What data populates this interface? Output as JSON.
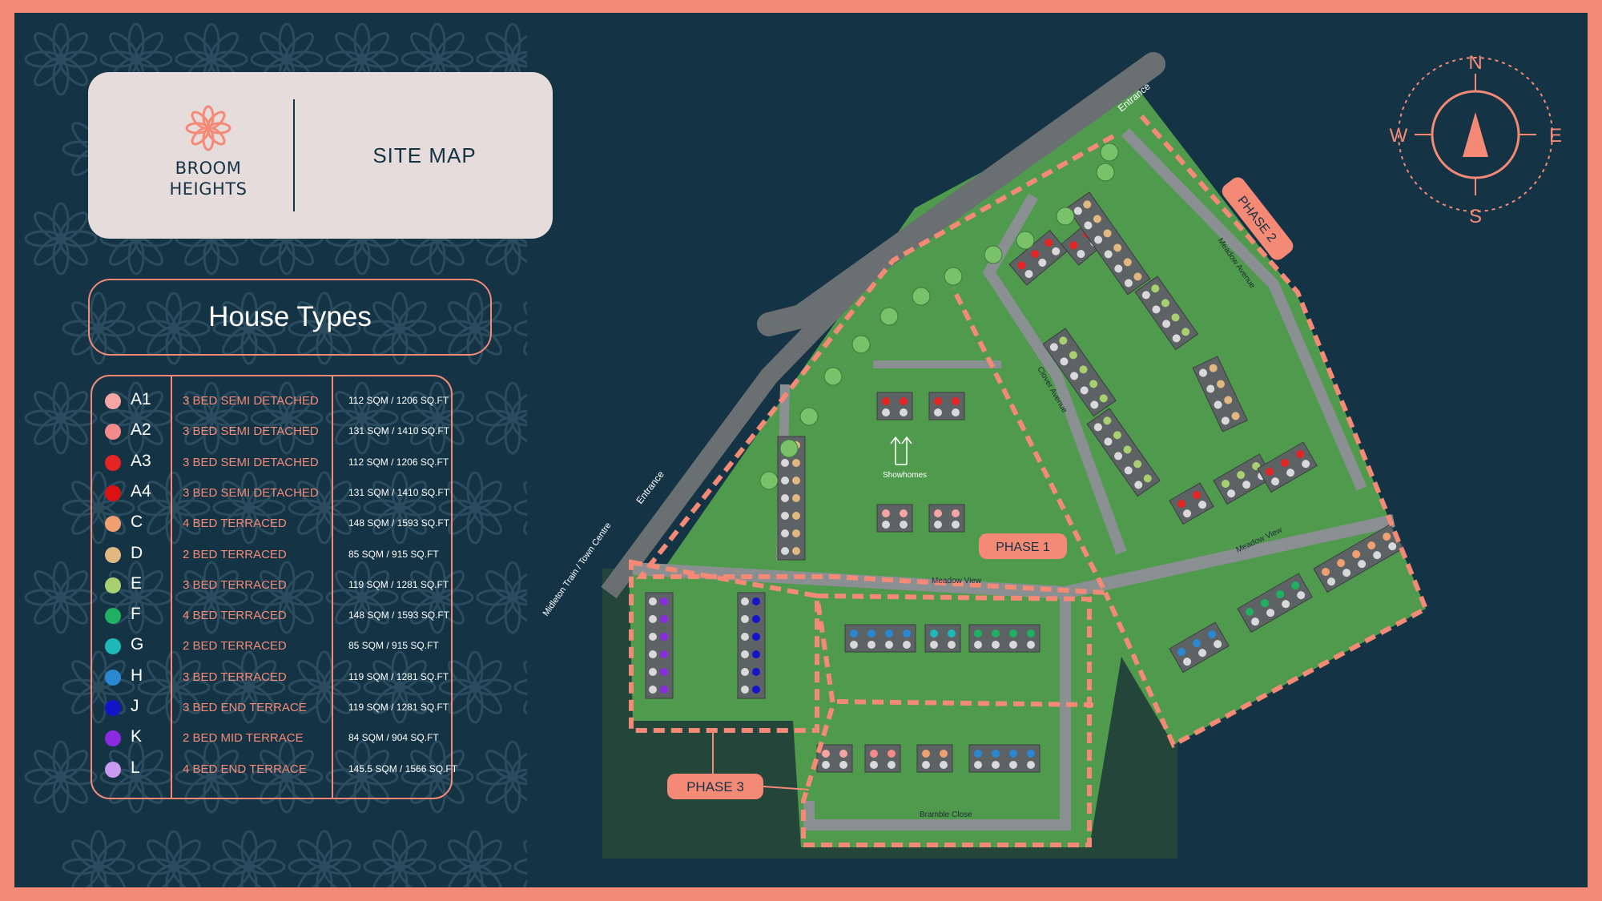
{
  "header": {
    "brand_line1": "BROOM",
    "brand_line2": "HEIGHTS",
    "title": "SITE MAP"
  },
  "legend_title": "House Types",
  "house_types": [
    {
      "code": "A1",
      "type": "3 BED SEMI DETACHED",
      "size": "112 SQM / 1206 SQ.FT",
      "color": "#f5a5a3"
    },
    {
      "code": "A2",
      "type": "3 BED SEMI DETACHED",
      "size": "131 SQM / 1410 SQ.FT",
      "color": "#f58a8a"
    },
    {
      "code": "A3",
      "type": "3 BED SEMI DETACHED",
      "size": "112 SQM / 1206 SQ.FT",
      "color": "#e52424"
    },
    {
      "code": "A4",
      "type": "3 BED SEMI DETACHED",
      "size": "131 SQM / 1410 SQ.FT",
      "color": "#dd1111"
    },
    {
      "code": "C",
      "type": "4 BED TERRACED",
      "size": "148 SQM / 1593 SQ.FT",
      "color": "#f0a070"
    },
    {
      "code": "D",
      "type": "2 BED TERRACED",
      "size": "85 SQM / 915 SQ.FT",
      "color": "#e0b880"
    },
    {
      "code": "E",
      "type": "3 BED TERRACED",
      "size": "119 SQM / 1281 SQ.FT",
      "color": "#a8d070"
    },
    {
      "code": "F",
      "type": "4 BED TERRACED",
      "size": "148 SQM / 1593 SQ.FT",
      "color": "#1fb060"
    },
    {
      "code": "G",
      "type": "2 BED TERRACED",
      "size": "85 SQM / 915 SQ.FT",
      "color": "#1fb8b8"
    },
    {
      "code": "H",
      "type": "3 BED TERRACED",
      "size": "119 SQM / 1281 SQ.FT",
      "color": "#2a88d0"
    },
    {
      "code": "J",
      "type": "3 BED END TERRACE",
      "size": "119 SQM / 1281 SQ.FT",
      "color": "#1414c8"
    },
    {
      "code": "K",
      "type": "2 BED MID TERRACE",
      "size": "84 SQM / 904 SQ.FT",
      "color": "#8a2be0"
    },
    {
      "code": "L",
      "type": "4 BED END TERRACE",
      "size": "145.5 SQM / 1566 SQ.FT",
      "color": "#c99af0"
    }
  ],
  "compass": {
    "north": "N",
    "south": "S",
    "east": "E",
    "west": "W"
  },
  "map": {
    "phase1": "PHASE 1",
    "phase2": "PHASE 2",
    "phase3": "PHASE 3",
    "entrance_top": "Entrance",
    "entrance_left": "Entrance",
    "road_midleton": "Midleton Train / Town Centre",
    "road_meadow_view": "Meadow View",
    "road_meadow_view_east": "Meadow View",
    "road_meadow_avenue": "Meadow Avenue",
    "road_clover_avenue": "Clover Avenue",
    "road_bramble_close": "Bramble Close",
    "showhomes": "Showhomes"
  },
  "colors": {
    "background": "#143446",
    "accent": "#f48a76",
    "grass": "#4f9a4d",
    "road": "#6a6f72"
  }
}
